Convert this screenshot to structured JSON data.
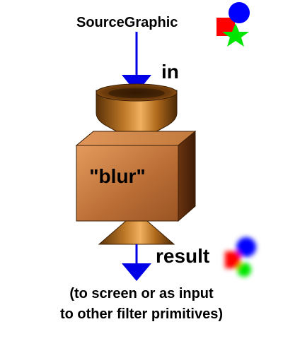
{
  "diagram": {
    "source_label": "SourceGraphic",
    "input_label": "in",
    "primitive_label": "\"blur\"",
    "output_label": "result",
    "caption_lines": [
      "(to screen or as input",
      "to other filter primitives)"
    ]
  },
  "colors": {
    "arrow": "#0000e6",
    "funnel": "#b8741f",
    "box": "#b06a2e",
    "source_red": "#ff0000",
    "source_green": "#00e600",
    "source_blue": "#0000ff"
  },
  "icons": {
    "source": "rgb-shapes-icon",
    "result": "blurred-rgb-shapes-icon"
  }
}
